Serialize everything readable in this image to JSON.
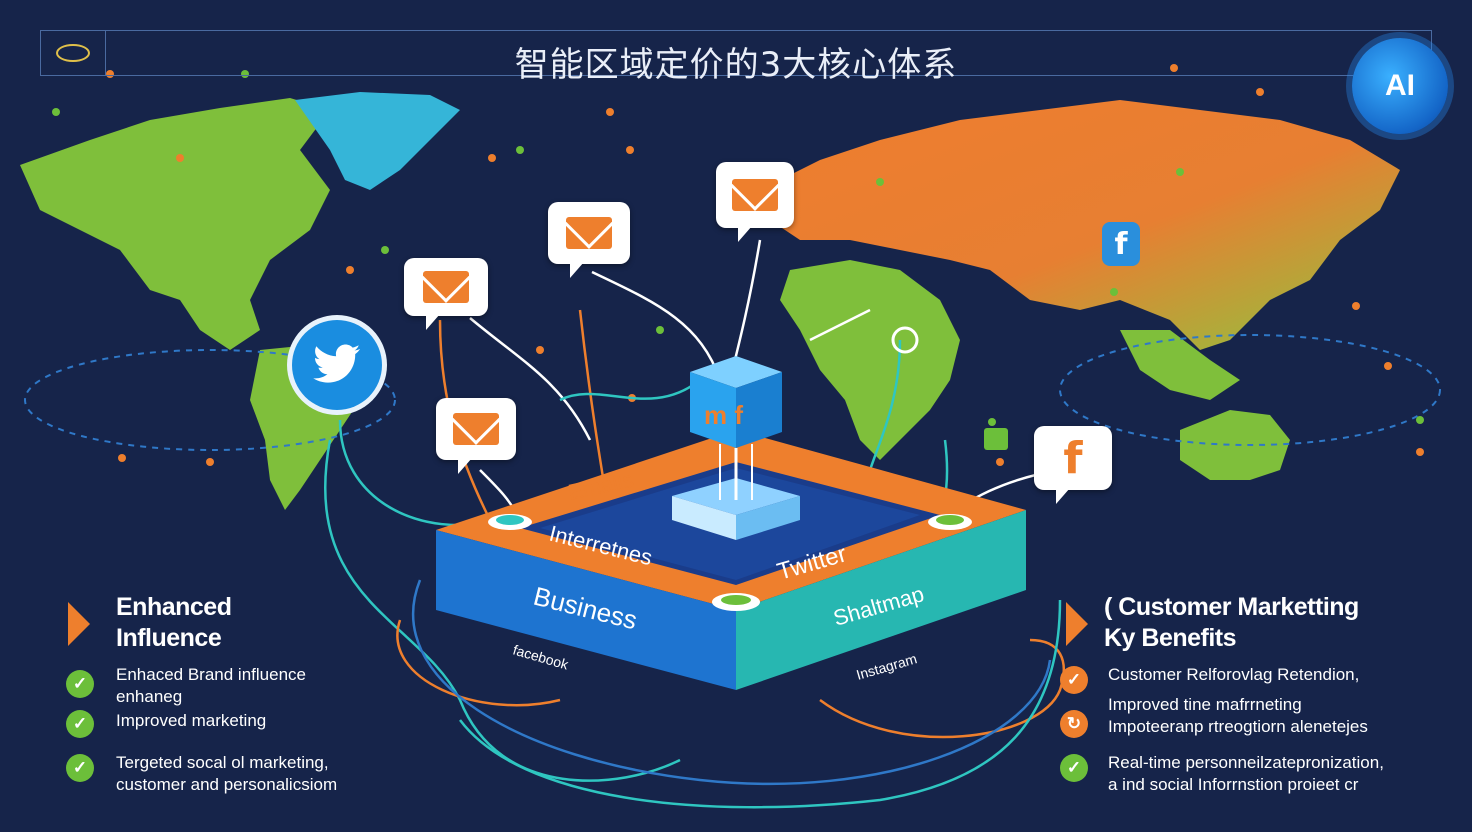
{
  "header": {
    "title": "智能区域定价的3大核心体系",
    "ai_badge": "AI"
  },
  "platform": {
    "cube_label": "m f",
    "labels": {
      "emails": "Emails",
      "interretnes": "Interretnes",
      "business": "Business",
      "twitter": "Twitter",
      "shaltmap": "Shaltmap",
      "facebook": "facebook",
      "instagram": "Instagram"
    }
  },
  "icons": {
    "mail_cards": [
      "mail-icon",
      "mail-icon",
      "mail-icon",
      "mail-icon"
    ],
    "facebook_card": "f",
    "facebook_small": "f"
  },
  "left_panel": {
    "heading_line1": "Enhanced",
    "heading_line2": "Influence",
    "items": [
      {
        "line1": "Enhaced Brand influence",
        "line2": "enhaneg"
      },
      {
        "line1": "Improved marketing",
        "line2": ""
      },
      {
        "line1": "Tergeted socal ol marketing,",
        "line2": "customer and personalicsiom"
      }
    ]
  },
  "right_panel": {
    "heading_line1": "( Customer Marketting",
    "heading_line2": "Ky Benefits",
    "items": [
      {
        "line1": "Customer Relforovlag Retendion,",
        "line2": "Improved tine  mafrrneting"
      },
      {
        "line1": "Impoteeranp rtreogtiorn alenetejes",
        "line2": ""
      },
      {
        "line1": "Real-time personneilzatepronization,",
        "line2": "a ind social Inforrnstion proieet cr"
      }
    ]
  },
  "colors": {
    "background": "#16244a",
    "accent_orange": "#ee7f2d",
    "accent_green": "#6cbf3a",
    "accent_blue": "#1a8de0",
    "teal": "#2fc6c1"
  }
}
